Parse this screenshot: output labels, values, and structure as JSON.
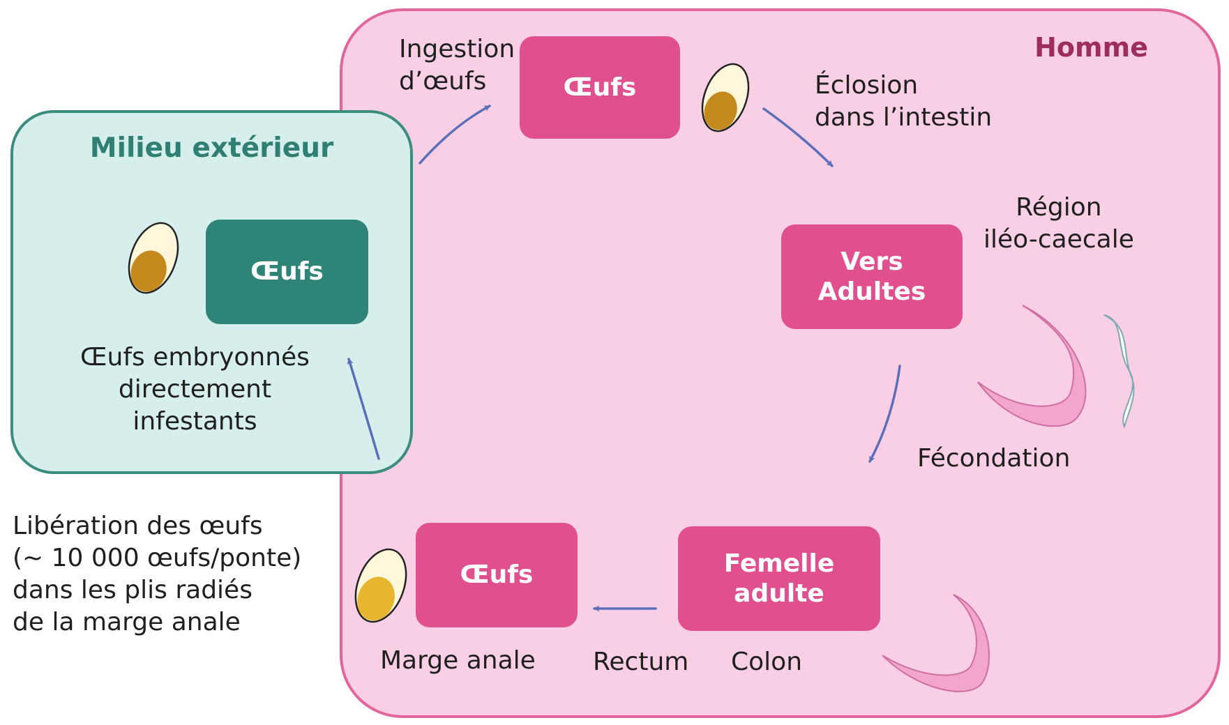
{
  "zones": {
    "host_title": "Homme",
    "environment_title": "Milieu extérieur"
  },
  "nodes": {
    "eggs_ingested": "Œufs",
    "adult_worms_line1": "Vers",
    "adult_worms_line2": "Adultes",
    "female_line1": "Femelle",
    "female_line2": "adulte",
    "eggs_anal": "Œufs",
    "eggs_environment": "Œufs"
  },
  "labels": {
    "ingestion_line1": "Ingestion",
    "ingestion_line2": "d’œufs",
    "hatching_line1": "Éclosion",
    "hatching_line2": "dans l’intestin",
    "region_line1": "Région",
    "region_line2": "iléo-caecale",
    "fertilization": "Fécondation",
    "colon": "Colon",
    "rectum": "Rectum",
    "anal_margin": "Marge anale",
    "release_line1": "Libération des œufs",
    "release_line2": "(~ 10 000 œufs/ponte)",
    "release_line3": "dans les plis radiés",
    "release_line4": "de la marge anale",
    "infective_line1": "Œufs embryonnés",
    "infective_line2": "directement",
    "infective_line3": "infestants"
  },
  "colors": {
    "host_background": "#f9cfe6",
    "host_border": "#e0669b",
    "environment_background": "#d6eeec",
    "environment_border": "#3d8c80",
    "node_pink": "#e0508e",
    "node_teal": "#2f8478",
    "arrow": "#5a6fb8",
    "worm": "#f2a6cd"
  },
  "icons": [
    "egg-icon",
    "worm-icon"
  ]
}
